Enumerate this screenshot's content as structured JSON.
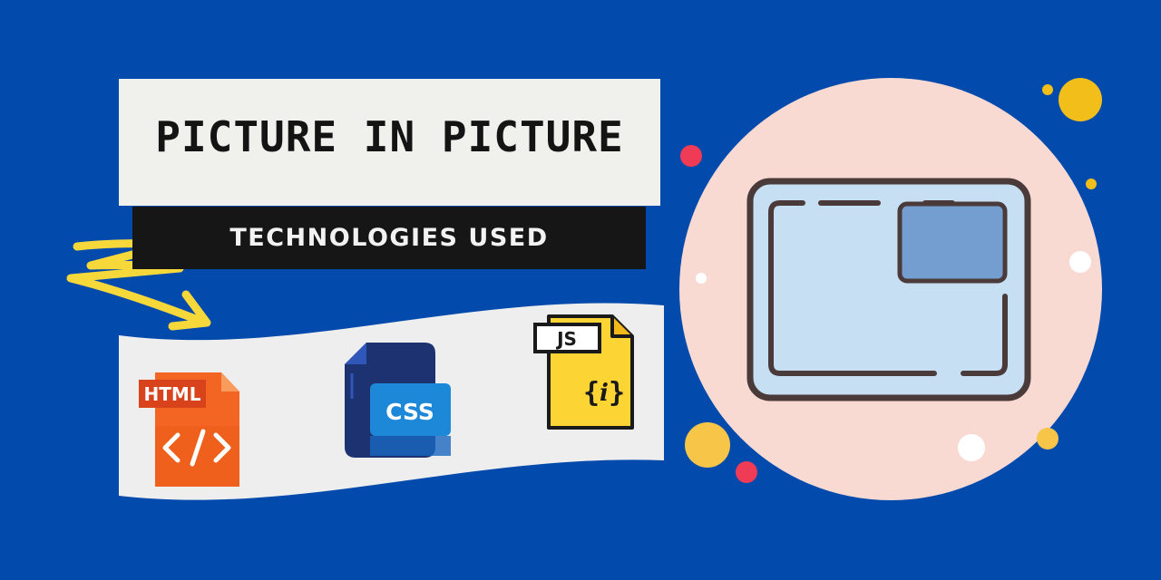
{
  "banner": {
    "title": "PICTURE IN PICTURE",
    "subtitle": "TECHNOLOGIES USED"
  },
  "technologies": [
    {
      "label": "HTML",
      "icon": "html-file-icon",
      "color": "#f26522"
    },
    {
      "label": "CSS",
      "icon": "css-file-icon",
      "color": "#1e88d8"
    },
    {
      "label": "JS",
      "icon": "js-file-icon",
      "color": "#fcd535"
    }
  ],
  "colors": {
    "background": "#034aad",
    "circle": "#f8dad3",
    "window_fill": "#c7dff3",
    "pip_fill": "#739ecf",
    "outline": "#4a3a3a"
  }
}
